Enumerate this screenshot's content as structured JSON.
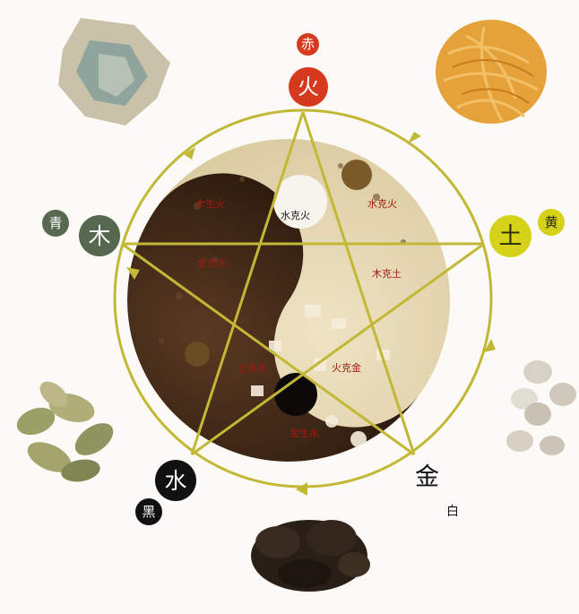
{
  "elements": {
    "fire": {
      "name": "火",
      "color_name": "赤",
      "color": "#d63a1e"
    },
    "earth": {
      "name": "土",
      "color_name": "黄",
      "color": "#d6d21a"
    },
    "metal": {
      "name": "金",
      "color_name": "白",
      "color": "#ffffff"
    },
    "water": {
      "name": "水",
      "color_name": "黑",
      "color": "#111111"
    },
    "wood": {
      "name": "木",
      "color_name": "青",
      "color": "#56684f"
    }
  },
  "relations": {
    "water_fire": "水克火",
    "wood_earth": "木克土",
    "earth_water": "土克水",
    "water_fire_2": "水克火",
    "metal_wood": "金克木",
    "fire_metal": "火克金",
    "metal_water": "金生水",
    "wood_fire": "木生火"
  },
  "colors": {
    "cycle_line": "#c2b836",
    "background": "#fbfaf6",
    "relation_text": "#a01a10"
  },
  "icons": [
    "herb-wood-bark",
    "herb-orange-shreds",
    "herb-leaves",
    "herb-white-pebbles",
    "herb-black-lumps"
  ]
}
